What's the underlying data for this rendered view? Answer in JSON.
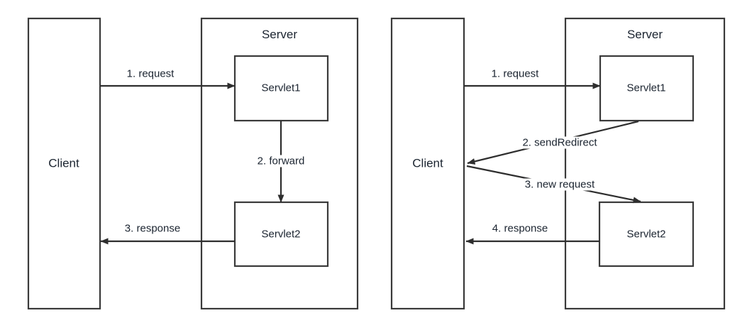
{
  "diagram": {
    "type": "sequence-flow-diagram",
    "theme": {
      "background": "#ffffff",
      "stroke": "#3a3a3a",
      "text": "#1b2430"
    },
    "panels": [
      {
        "id": "forward-panel",
        "client": {
          "label": "Client"
        },
        "server": {
          "label": "Server",
          "servlets": [
            {
              "label": "Servlet1"
            },
            {
              "label": "Servlet2"
            }
          ]
        },
        "flows": [
          {
            "label": "1. request"
          },
          {
            "label": "2. forward"
          },
          {
            "label": "3. response"
          }
        ]
      },
      {
        "id": "redirect-panel",
        "client": {
          "label": "Client"
        },
        "server": {
          "label": "Server",
          "servlets": [
            {
              "label": "Servlet1"
            },
            {
              "label": "Servlet2"
            }
          ]
        },
        "flows": [
          {
            "label": "1. request"
          },
          {
            "label": "2. sendRedirect"
          },
          {
            "label": "3. new request"
          },
          {
            "label": "4. response"
          }
        ]
      }
    ]
  }
}
